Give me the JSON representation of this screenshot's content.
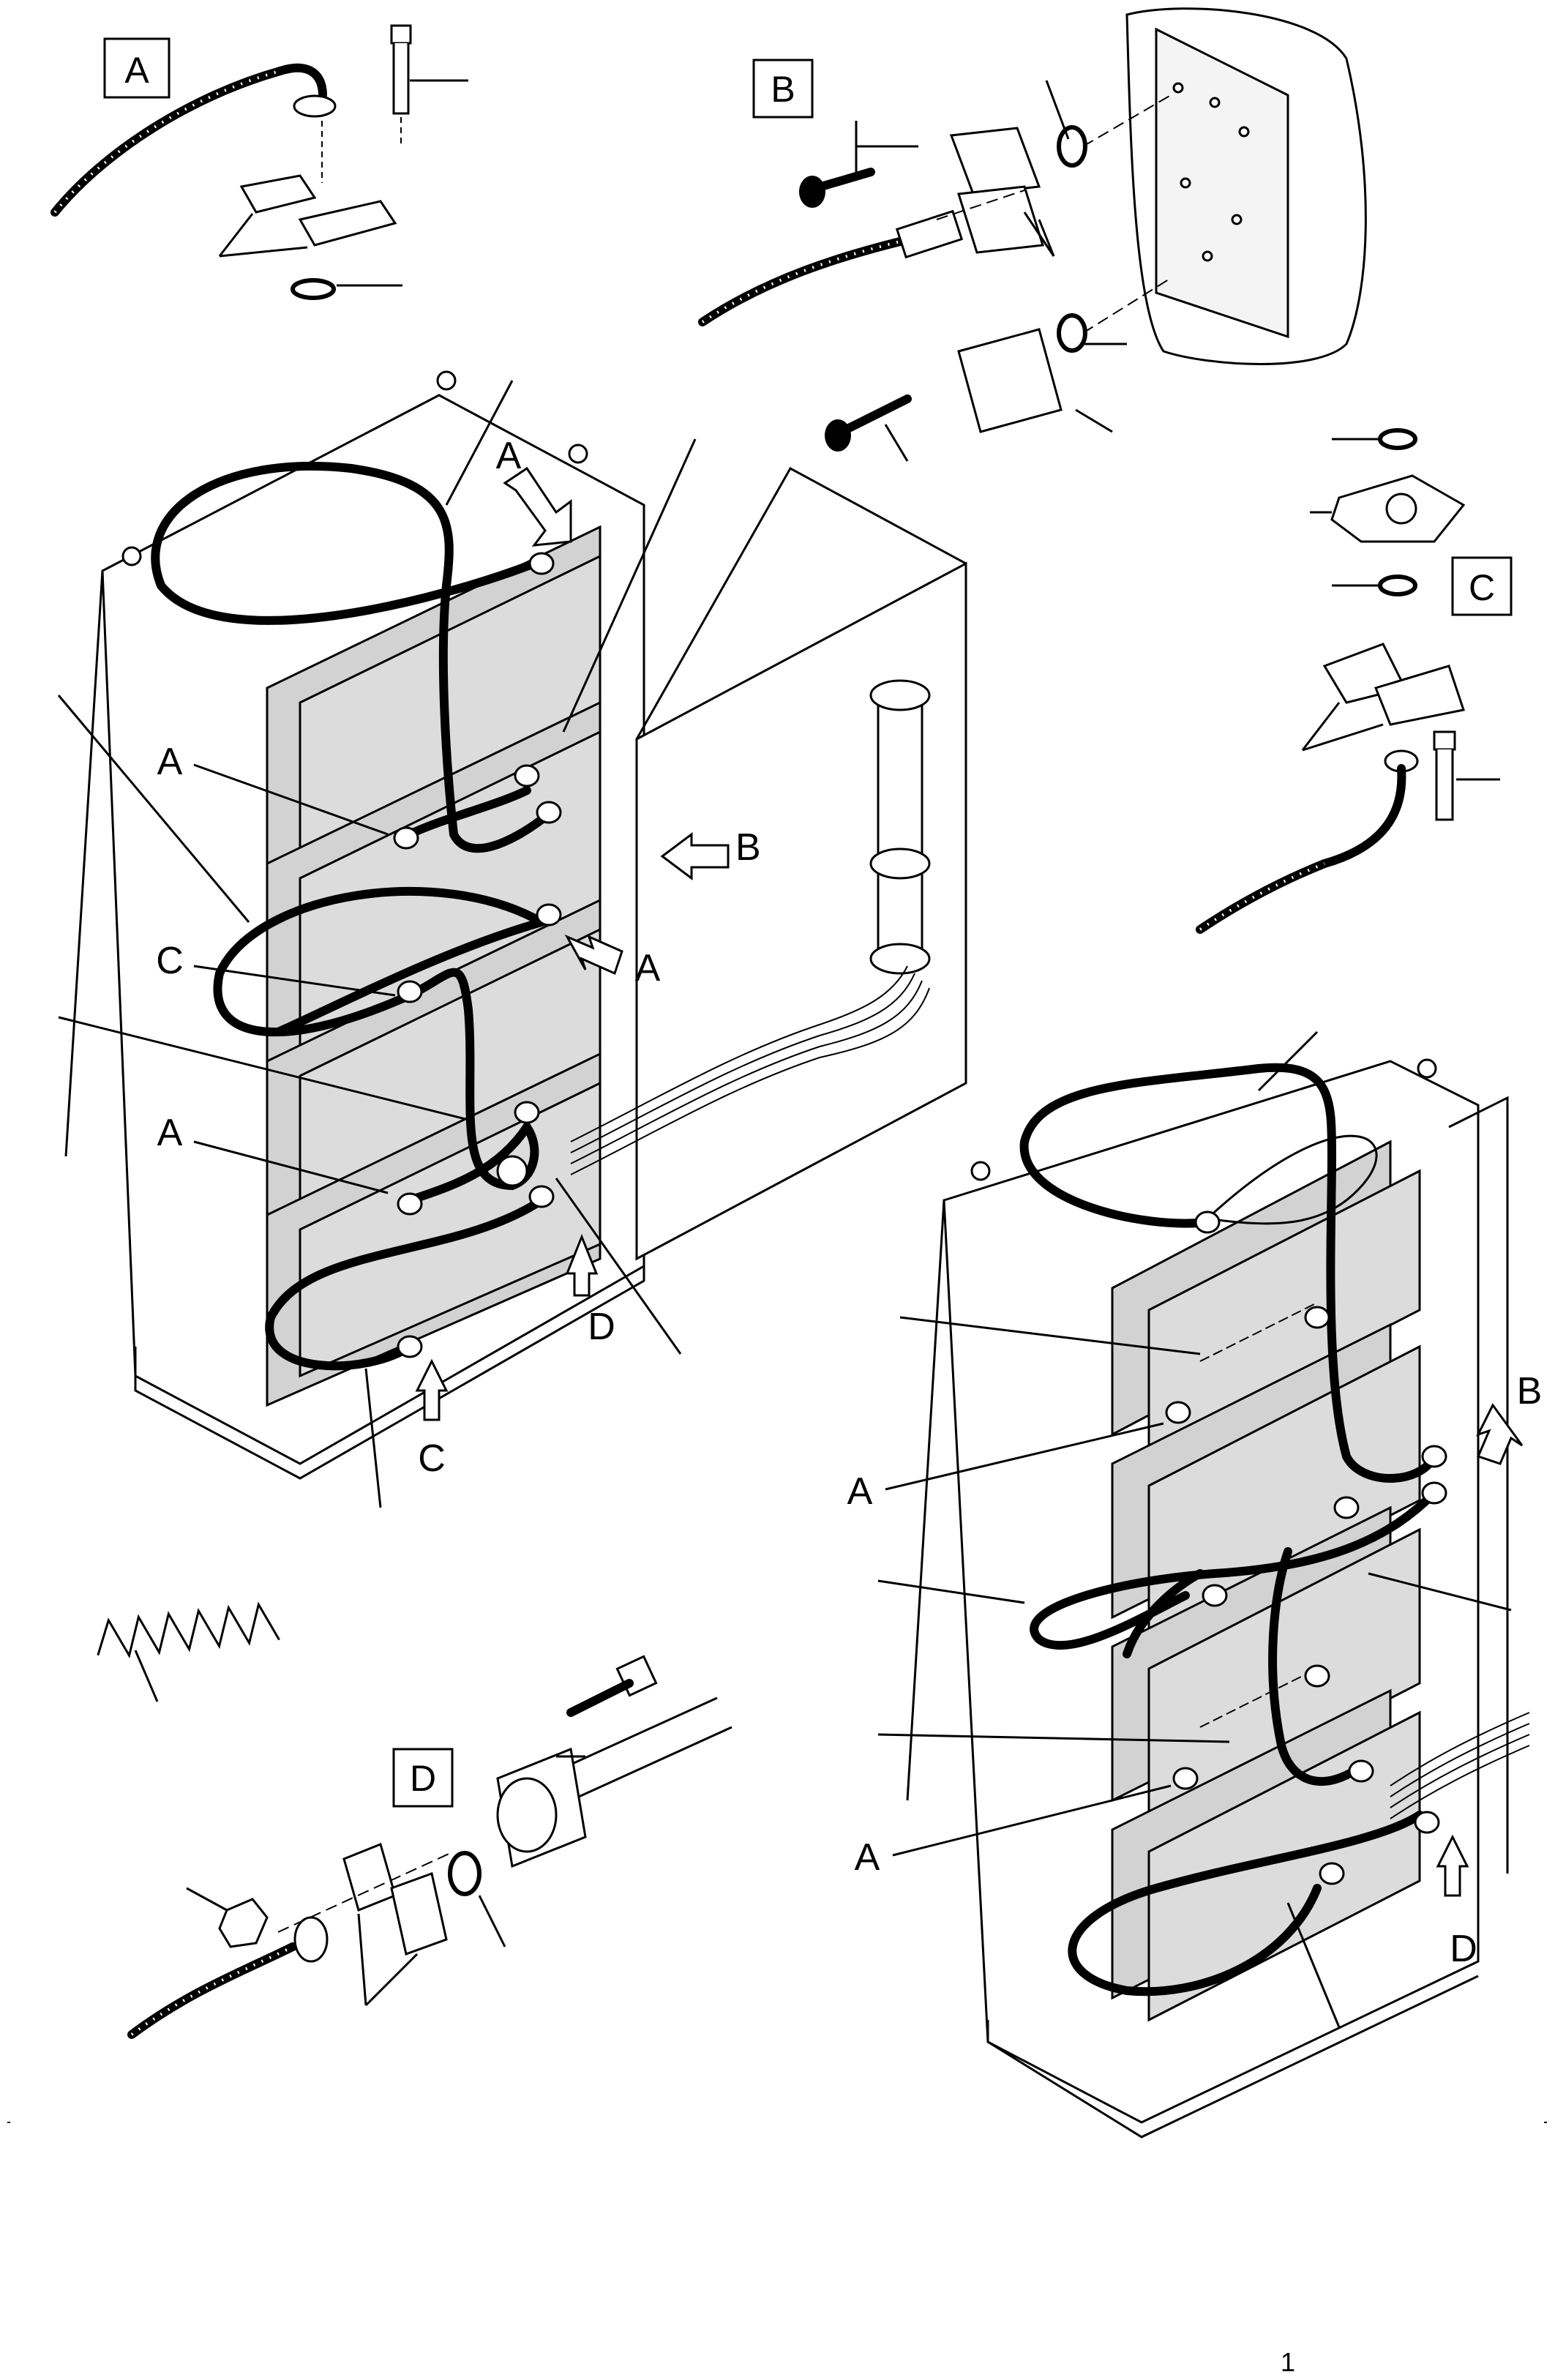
{
  "detail_boxes": {
    "A": "A",
    "B": "B",
    "C": "C",
    "D": "D"
  },
  "left_view": {
    "arrow_a_top": "A",
    "label_a_1": "A",
    "arrow_b": "B",
    "label_c": "C",
    "arrow_a_mid": "A",
    "label_a_2": "A",
    "arrow_d": "D",
    "arrow_c": "C"
  },
  "right_view": {
    "arrow_b": "B",
    "label_a_1": "A",
    "label_a_2": "A",
    "arrow_d": "D"
  },
  "page_number": "1"
}
